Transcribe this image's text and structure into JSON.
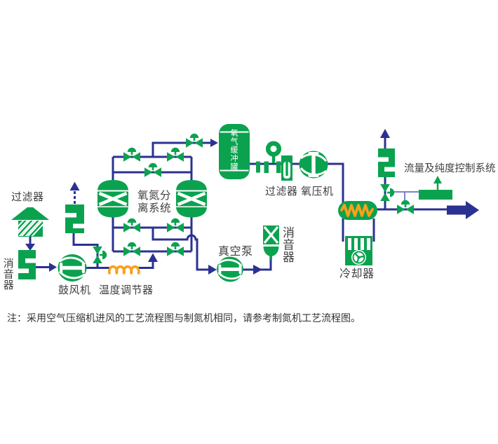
{
  "colors": {
    "equipment_green": "#0ba24f",
    "pipe_blue": "#2b3192",
    "sense_blue": "#7d81c9",
    "coil_orange": "#f9a01b",
    "label_text": "#3f3f3f",
    "note_text": "#333333",
    "background": "#ffffff"
  },
  "labels": {
    "inlet_filter": "过滤器",
    "inlet_silencer": "消音器",
    "blower": "鼓风机",
    "temperature_regulator": "温度调节器",
    "separation_system": "氧氮分离系统",
    "vacuum_pump": "真空泵",
    "vacuum_silencer": "消音器",
    "buffer_tank": "氧气缓冲罐",
    "outlet_filter": "过滤器",
    "oxygen_compressor": "氧压机",
    "cooler": "冷却器",
    "flow_purity_control": "流量及纯度控制系统"
  },
  "note": "注：采用空气压缩机进风的工艺流程图与制氮机相同，请参考制氮机工艺流程图。"
}
